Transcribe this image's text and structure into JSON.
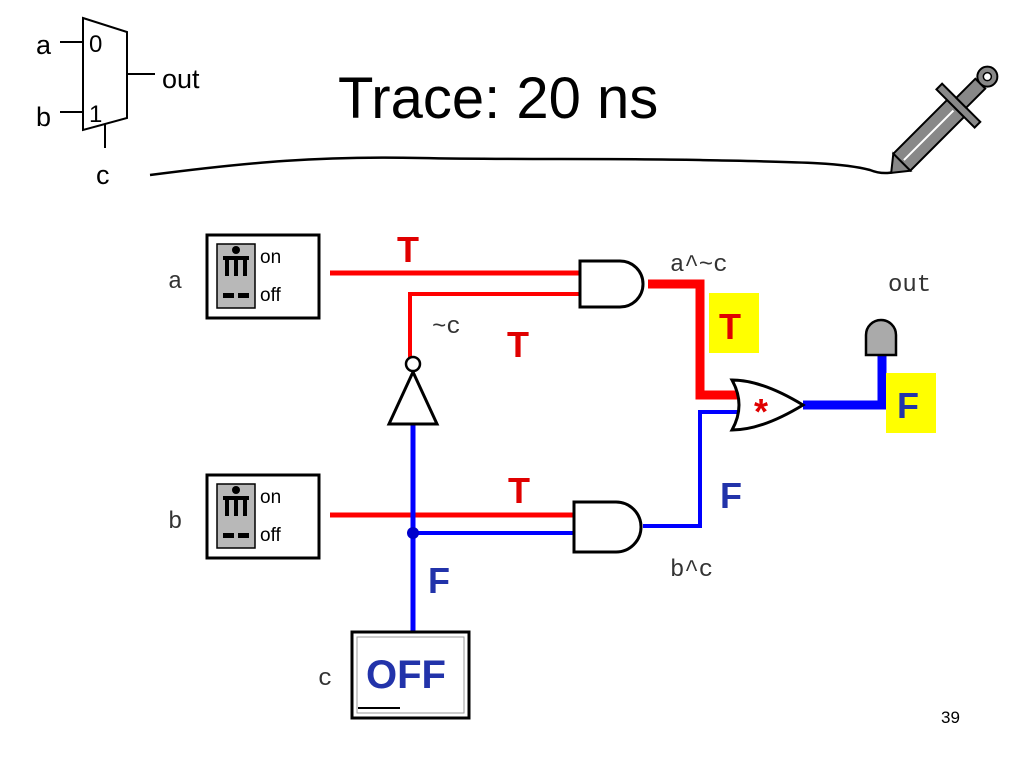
{
  "slide": {
    "title": "Trace: 20 ns",
    "page_number": "39"
  },
  "mux_icon": {
    "input_a": "a",
    "input_b": "b",
    "select": "c",
    "output": "out",
    "port_0": "0",
    "port_1": "1"
  },
  "circuit": {
    "switch_a": {
      "name": "a",
      "on": "on",
      "off": "off"
    },
    "switch_b": {
      "name": "b",
      "on": "on",
      "off": "off"
    },
    "switch_c": {
      "name": "c",
      "state": "OFF"
    },
    "labels": {
      "and_top": "a^~c",
      "not_out": "~c",
      "and_bottom": "b^c",
      "output": "out"
    },
    "trace": {
      "a_wire": "T",
      "not_c": "T",
      "and_top": "T",
      "b_wire": "T",
      "c_wire": "F",
      "and_bottom": "F",
      "or_out": "F",
      "or_marker": "*"
    },
    "colors": {
      "true": "#ff0000",
      "false": "#0000ff",
      "true_text": "#e00000",
      "false_text": "#2233aa",
      "highlight": "#ffff00"
    }
  }
}
